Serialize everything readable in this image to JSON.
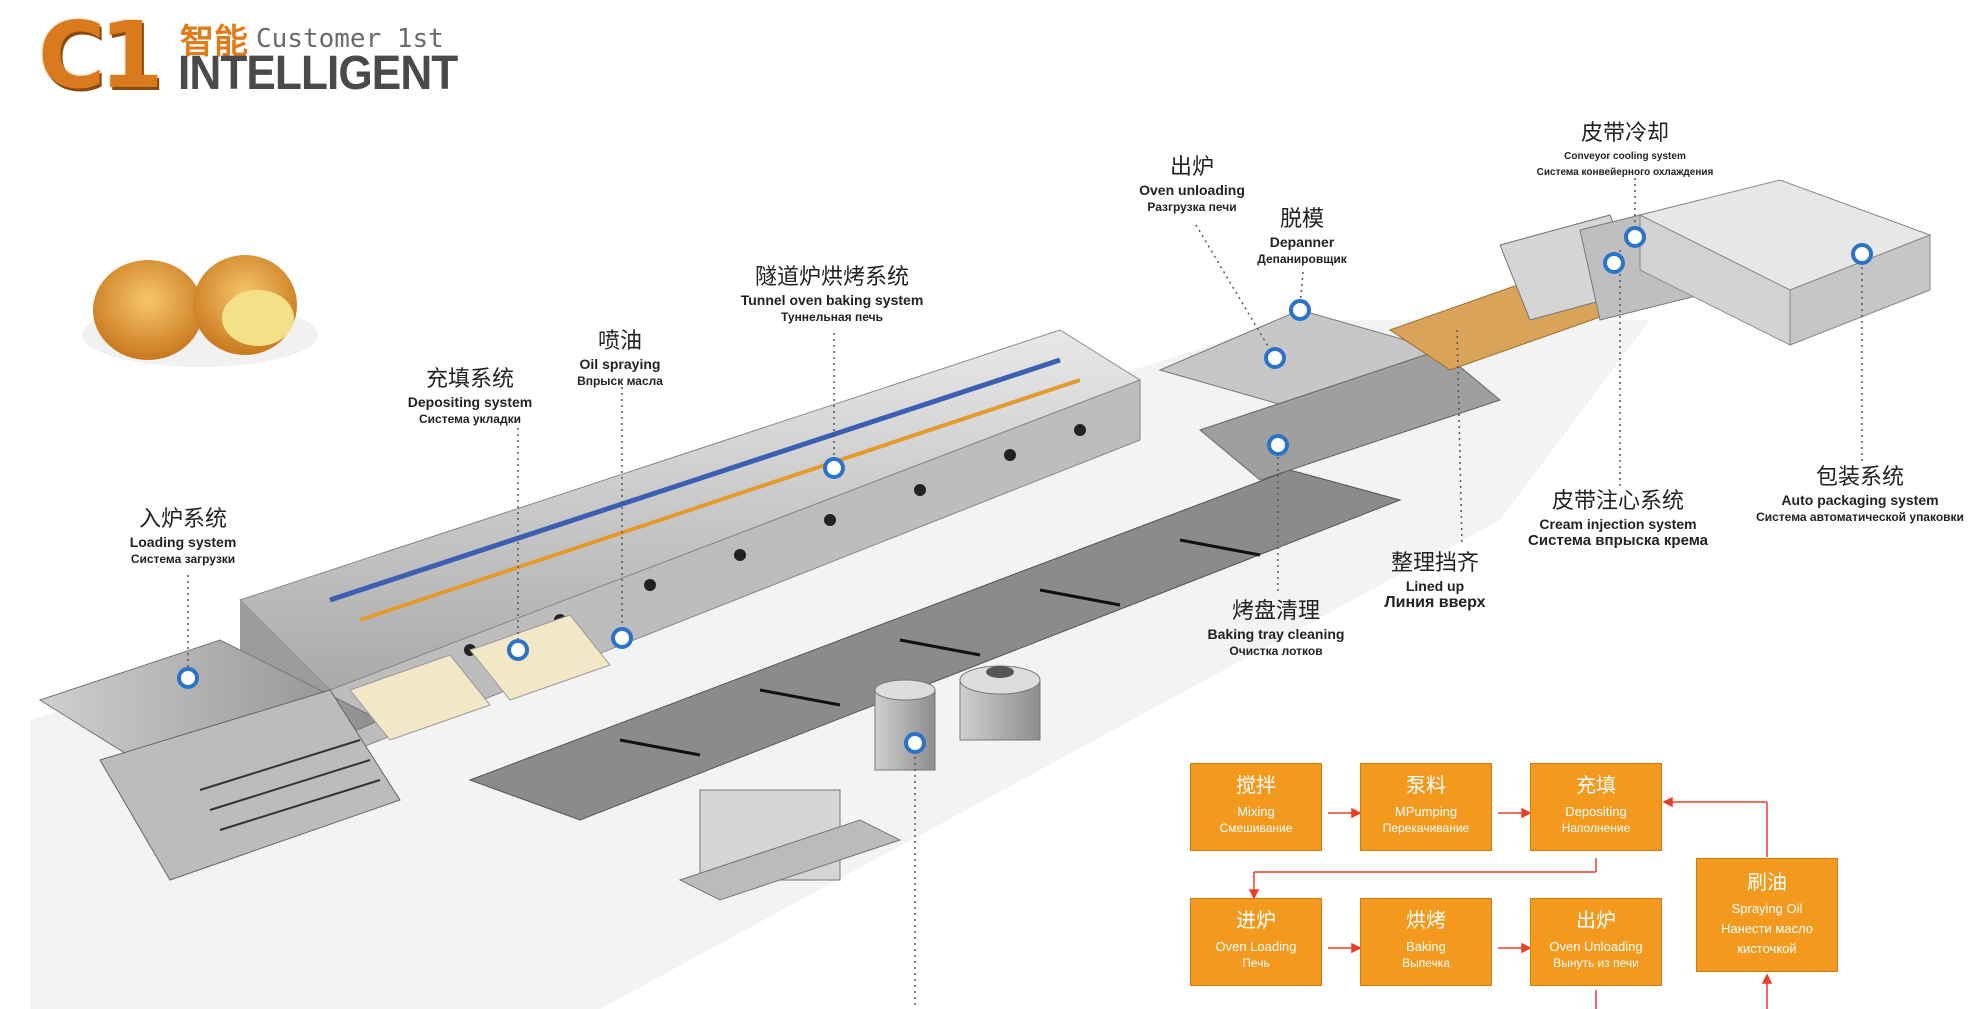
{
  "logo": {
    "mark": "C1",
    "cn": "智能",
    "sub": "Customer 1st",
    "main": "INTELLIGENT"
  },
  "labels": {
    "loading": {
      "cn": "入炉系统",
      "en": "Loading system",
      "ru": "Система загрузки"
    },
    "depositing": {
      "cn": "充填系统",
      "en": "Depositing system",
      "ru": "Система укладки"
    },
    "oil": {
      "cn": "喷油",
      "en": "Oil spraying",
      "ru": "Впрыск масла"
    },
    "tunnel": {
      "cn": "隧道炉烘烤系统",
      "en": "Tunnel oven baking system",
      "ru": "Туннельная печь"
    },
    "unloading": {
      "cn": "出炉",
      "en": "Oven unloading",
      "ru": "Разгрузка печи"
    },
    "depanner": {
      "cn": "脱模",
      "en": "Depanner",
      "ru": "Депанировщик"
    },
    "cooling": {
      "cn": "皮带冷却",
      "en": "Conveyor cooling system",
      "ru": "Система конвейерного охлаждения"
    },
    "packaging": {
      "cn": "包装系统",
      "en": "Auto packaging system",
      "ru": "Система автоматической упаковки"
    },
    "cream": {
      "cn": "皮带注心系统",
      "en": "Cream injection system",
      "ru": "Система впрыска крема"
    },
    "lined": {
      "cn": "整理挡齐",
      "en": "Lined up",
      "ru": "Линия вверх"
    },
    "tray": {
      "cn": "烤盘清理",
      "en": "Baking tray cleaning",
      "ru": "Очистка лотков"
    }
  },
  "flow": {
    "mixing": {
      "cn": "搅拌",
      "en": "Mixing",
      "ru": "Смешивание"
    },
    "pumping": {
      "cn": "泵料",
      "en": "MPumping",
      "ru": "Перекачивание"
    },
    "depositing": {
      "cn": "充填",
      "en": "Depositing",
      "ru": "Наполнение"
    },
    "loading": {
      "cn": "进炉",
      "en": "Oven Loading",
      "ru": "Печь"
    },
    "baking": {
      "cn": "烘烤",
      "en": "Baking",
      "ru": "Выпечка"
    },
    "unloading": {
      "cn": "出炉",
      "en": "Oven Unloading",
      "ru": "Вынуть из печи"
    },
    "spraying": {
      "cn": "刷油",
      "en": "Spraying Oil",
      "ru1": "Нанести масло",
      "ru2": "кисточкой"
    }
  },
  "colors": {
    "accent": "#f39a1e",
    "arrow": "#e8402a",
    "logo": "#d97a1e"
  }
}
